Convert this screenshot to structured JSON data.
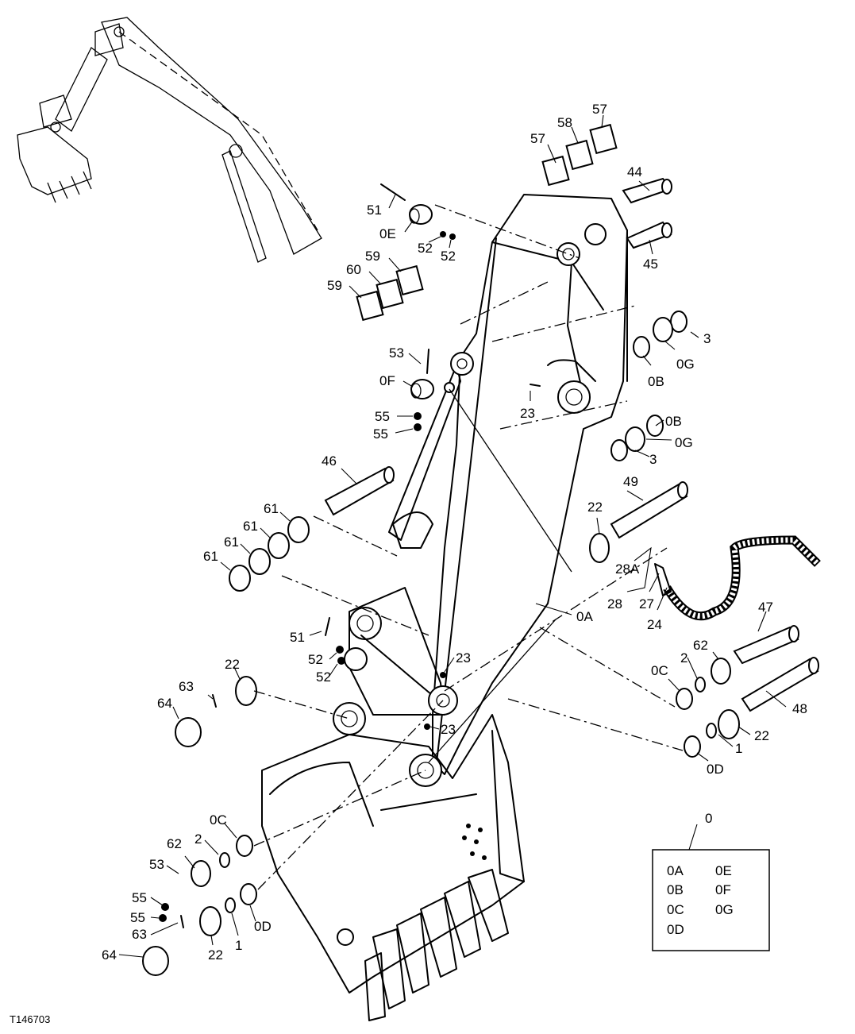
{
  "figure_id": "T146703",
  "callouts": [
    {
      "id": "c57a",
      "text": "57"
    },
    {
      "id": "c58",
      "text": "58"
    },
    {
      "id": "c57b",
      "text": "57"
    },
    {
      "id": "c44",
      "text": "44"
    },
    {
      "id": "c45",
      "text": "45"
    },
    {
      "id": "c51a",
      "text": "51"
    },
    {
      "id": "c0E",
      "text": "0E"
    },
    {
      "id": "c52a",
      "text": "52"
    },
    {
      "id": "c52b",
      "text": "52"
    },
    {
      "id": "c59a",
      "text": "59"
    },
    {
      "id": "c60",
      "text": "60"
    },
    {
      "id": "c59b",
      "text": "59"
    },
    {
      "id": "c3a",
      "text": "3"
    },
    {
      "id": "c0Ba",
      "text": "0B"
    },
    {
      "id": "c0Ga",
      "text": "0G"
    },
    {
      "id": "c53a",
      "text": "53"
    },
    {
      "id": "c0F",
      "text": "0F"
    },
    {
      "id": "c55a",
      "text": "55"
    },
    {
      "id": "c55b",
      "text": "55"
    },
    {
      "id": "c23a",
      "text": "23"
    },
    {
      "id": "c0Bb",
      "text": "0B"
    },
    {
      "id": "c0Gb",
      "text": "0G"
    },
    {
      "id": "c3b",
      "text": "3"
    },
    {
      "id": "c46",
      "text": "46"
    },
    {
      "id": "c49",
      "text": "49"
    },
    {
      "id": "c22a",
      "text": "22"
    },
    {
      "id": "c61a",
      "text": "61"
    },
    {
      "id": "c61b",
      "text": "61"
    },
    {
      "id": "c61c",
      "text": "61"
    },
    {
      "id": "c61d",
      "text": "61"
    },
    {
      "id": "c28A",
      "text": "28A"
    },
    {
      "id": "c28",
      "text": "28"
    },
    {
      "id": "c27",
      "text": "27"
    },
    {
      "id": "c24",
      "text": "24"
    },
    {
      "id": "c0A",
      "text": "0A"
    },
    {
      "id": "c47",
      "text": "47"
    },
    {
      "id": "c51b",
      "text": "51"
    },
    {
      "id": "c52c",
      "text": "52"
    },
    {
      "id": "c52d",
      "text": "52"
    },
    {
      "id": "c23b",
      "text": "23"
    },
    {
      "id": "c62a",
      "text": "62"
    },
    {
      "id": "c2a",
      "text": "2"
    },
    {
      "id": "c0Ca",
      "text": "0C"
    },
    {
      "id": "c22b",
      "text": "22"
    },
    {
      "id": "c63a",
      "text": "63"
    },
    {
      "id": "c64a",
      "text": "64"
    },
    {
      "id": "c48",
      "text": "48"
    },
    {
      "id": "c23c",
      "text": "23"
    },
    {
      "id": "c22c",
      "text": "22"
    },
    {
      "id": "c1a",
      "text": "1"
    },
    {
      "id": "c0Da",
      "text": "0D"
    },
    {
      "id": "c0Cb",
      "text": "0C"
    },
    {
      "id": "c2b",
      "text": "2"
    },
    {
      "id": "c62b",
      "text": "62"
    },
    {
      "id": "c53b",
      "text": "53"
    },
    {
      "id": "c55c",
      "text": "55"
    },
    {
      "id": "c55d",
      "text": "55"
    },
    {
      "id": "c63b",
      "text": "63"
    },
    {
      "id": "c1b",
      "text": "1"
    },
    {
      "id": "c0Db",
      "text": "0D"
    },
    {
      "id": "c64b",
      "text": "64"
    },
    {
      "id": "c22d",
      "text": "22"
    },
    {
      "id": "c0",
      "text": "0"
    }
  ],
  "kit_legend": {
    "left": [
      "0A",
      "0B",
      "0C",
      "0D"
    ],
    "right": [
      "0E",
      "0F",
      "0G"
    ]
  }
}
